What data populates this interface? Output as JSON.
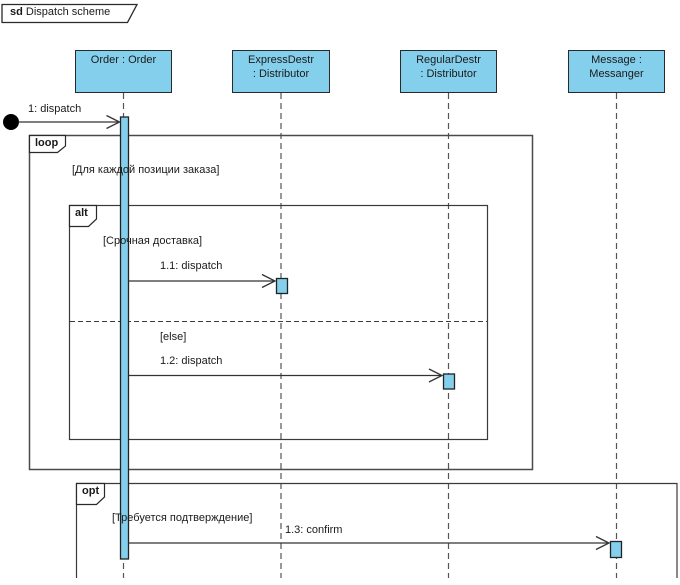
{
  "diagram": {
    "frame_keyword": "sd",
    "frame_title": "Dispatch scheme"
  },
  "lifelines": [
    {
      "id": "order",
      "line1": "Order : Order",
      "line2": ""
    },
    {
      "id": "express",
      "line1": "ExpressDestr",
      "line2": ": Distributor"
    },
    {
      "id": "regular",
      "line1": "RegularDestr",
      "line2": ": Distributor"
    },
    {
      "id": "message",
      "line1": "Message :",
      "line2": "Messanger"
    }
  ],
  "messages": [
    {
      "label": "1: dispatch"
    },
    {
      "label": "1.1: dispatch"
    },
    {
      "label": "1.2: dispatch"
    },
    {
      "label": "1.3: confirm"
    }
  ],
  "fragments": [
    {
      "operator": "loop",
      "guard": "[Для каждой позиции заказа]"
    },
    {
      "operator": "alt",
      "guard": "[Срочная доставка]",
      "else_guard": "[else]"
    },
    {
      "operator": "opt",
      "guard": "[Требуется подтверждение]"
    }
  ],
  "colors": {
    "element_fill": "#84CFEC",
    "element_border": "#2A2A2A",
    "line_color": "#3A3A3A"
  }
}
